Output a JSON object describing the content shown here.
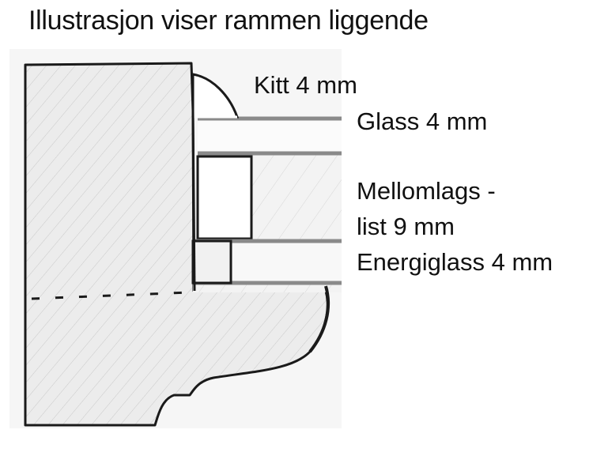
{
  "title": "Illustrasjon viser rammen liggende",
  "labels": {
    "kitt": "Kitt 4 mm",
    "glass": "Glass 4 mm",
    "mellomlags_line1": "Mellomlags -",
    "mellomlags_line2": "list 9 mm",
    "energiglass": "Energiglass 4 mm"
  },
  "components": [
    {
      "name": "Kitt",
      "thickness_mm": 4
    },
    {
      "name": "Glass",
      "thickness_mm": 4
    },
    {
      "name": "Mellomlagslist",
      "thickness_mm": 9
    },
    {
      "name": "Energiglass",
      "thickness_mm": 4
    }
  ],
  "colors": {
    "outline": "#1a1a1a",
    "wood_fill": "#ececec",
    "glass_edge": "#8a8a8a",
    "text": "#111111"
  }
}
